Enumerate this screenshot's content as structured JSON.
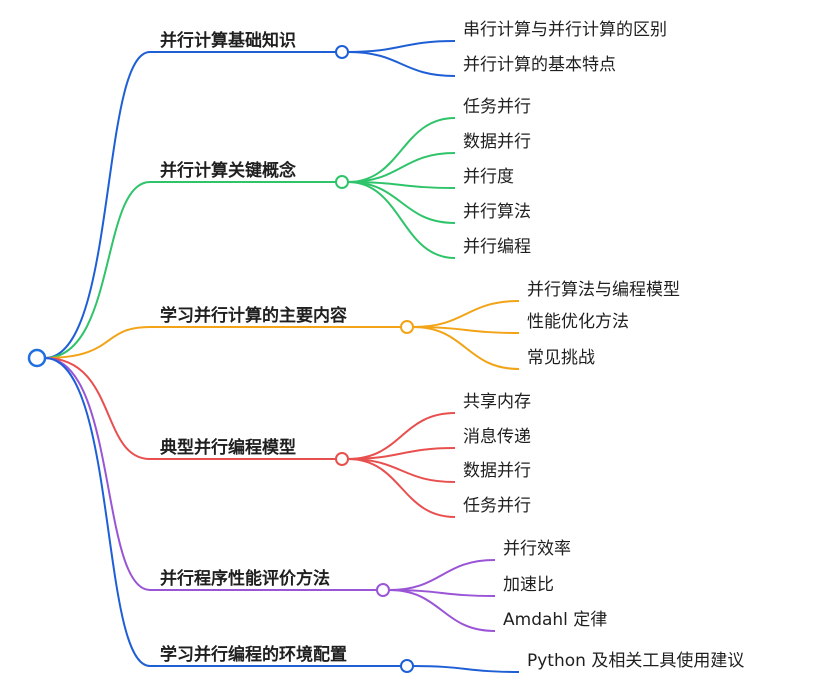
{
  "root": {
    "color": "#1f6fe0"
  },
  "branches": [
    {
      "label": "并行计算基础知识",
      "color": "#1f5fd6",
      "children": [
        "串行计算与并行计算的区别",
        "并行计算的基本特点"
      ]
    },
    {
      "label": "并行计算关键概念",
      "color": "#2fc46a",
      "children": [
        "任务并行",
        "数据并行",
        "并行度",
        "并行算法",
        "并行编程"
      ]
    },
    {
      "label": "学习并行计算的主要内容",
      "color": "#f2a316",
      "children": [
        "并行算法与编程模型",
        "性能优化方法",
        "常见挑战"
      ]
    },
    {
      "label": "典型并行编程模型",
      "color": "#e8504f",
      "children": [
        "共享内存",
        "消息传递",
        "数据并行",
        "任务并行"
      ]
    },
    {
      "label": "并行程序性能评价方法",
      "color": "#9a55d6",
      "children": [
        "并行效率",
        "加速比",
        "Amdahl 定律"
      ]
    },
    {
      "label": "学习并行编程的环境配置",
      "color": "#1f5fd6",
      "children": [
        "Python 及相关工具使用建议"
      ]
    }
  ]
}
